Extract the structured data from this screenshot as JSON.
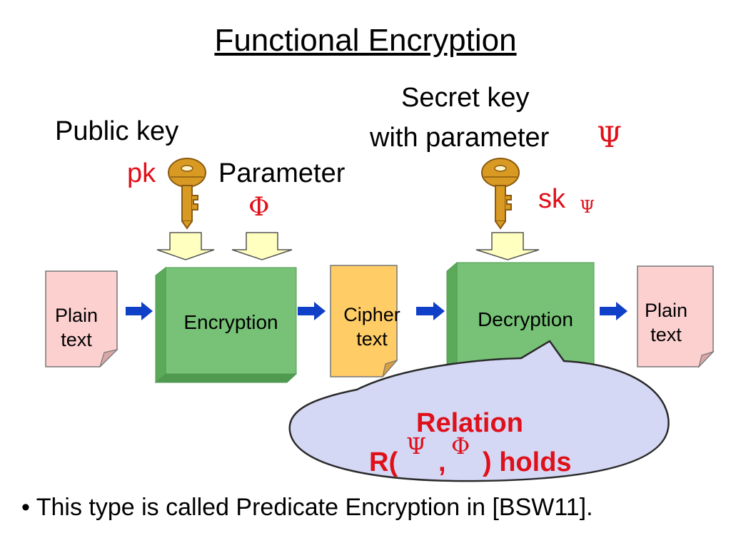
{
  "title": "Functional Encryption",
  "public_key": {
    "label": "Public key",
    "symbol": "pk"
  },
  "parameter": {
    "label": "Parameter",
    "symbol": "Φ"
  },
  "secret_key": {
    "line1": "Secret key",
    "line2": "with parameter",
    "param_symbol": "Ψ",
    "symbol": "sk",
    "subscript": "Ψ"
  },
  "nodes": {
    "plain_in": {
      "line1": "Plain",
      "line2": "text"
    },
    "encryption": "Encryption",
    "cipher": {
      "line1": "Cipher",
      "line2": "text"
    },
    "decryption": "Decryption",
    "plain_out": {
      "line1": "Plain",
      "line2": "text"
    }
  },
  "relation": {
    "line1": "Relation",
    "prefix": "R(",
    "psi": "Ψ",
    "comma": ",",
    "phi": "Φ",
    "suffix": ") holds"
  },
  "bullet": "• This type is called Predicate Encryption in [BSW11].",
  "colors": {
    "doc_pink": "#fdd0d0",
    "cipher_orange": "#ffcc66",
    "box_green": "#77c277",
    "box_green_dark": "#4f9a4f",
    "arrow_blue": "#1040c8",
    "input_arrow_yellow": "#ffffc0",
    "callout_fill": "#d4d8f4",
    "key_gold": "#d89a22",
    "accent_red": "#e0101a"
  }
}
